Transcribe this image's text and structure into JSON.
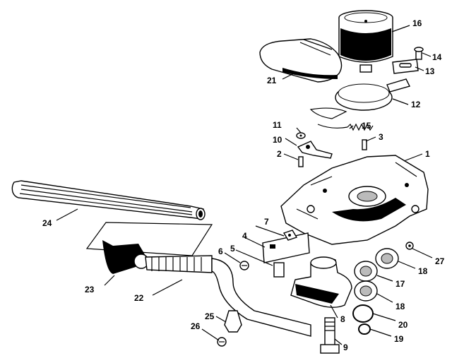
{
  "labels": {
    "p1": "1",
    "p2": "2",
    "p3": "3",
    "p4": "4",
    "p5": "5",
    "p6": "6",
    "p7": "7",
    "p8": "8",
    "p9": "9",
    "p10": "10",
    "p11": "11",
    "p12": "12",
    "p13": "13",
    "p14": "14",
    "p15": "15",
    "p16": "16",
    "p17": "17",
    "p18a": "18",
    "p18b": "18",
    "p19": "19",
    "p20": "20",
    "p21": "21",
    "p22": "22",
    "p23": "23",
    "p24": "24",
    "p25": "25",
    "p26": "26",
    "p27": "27"
  }
}
